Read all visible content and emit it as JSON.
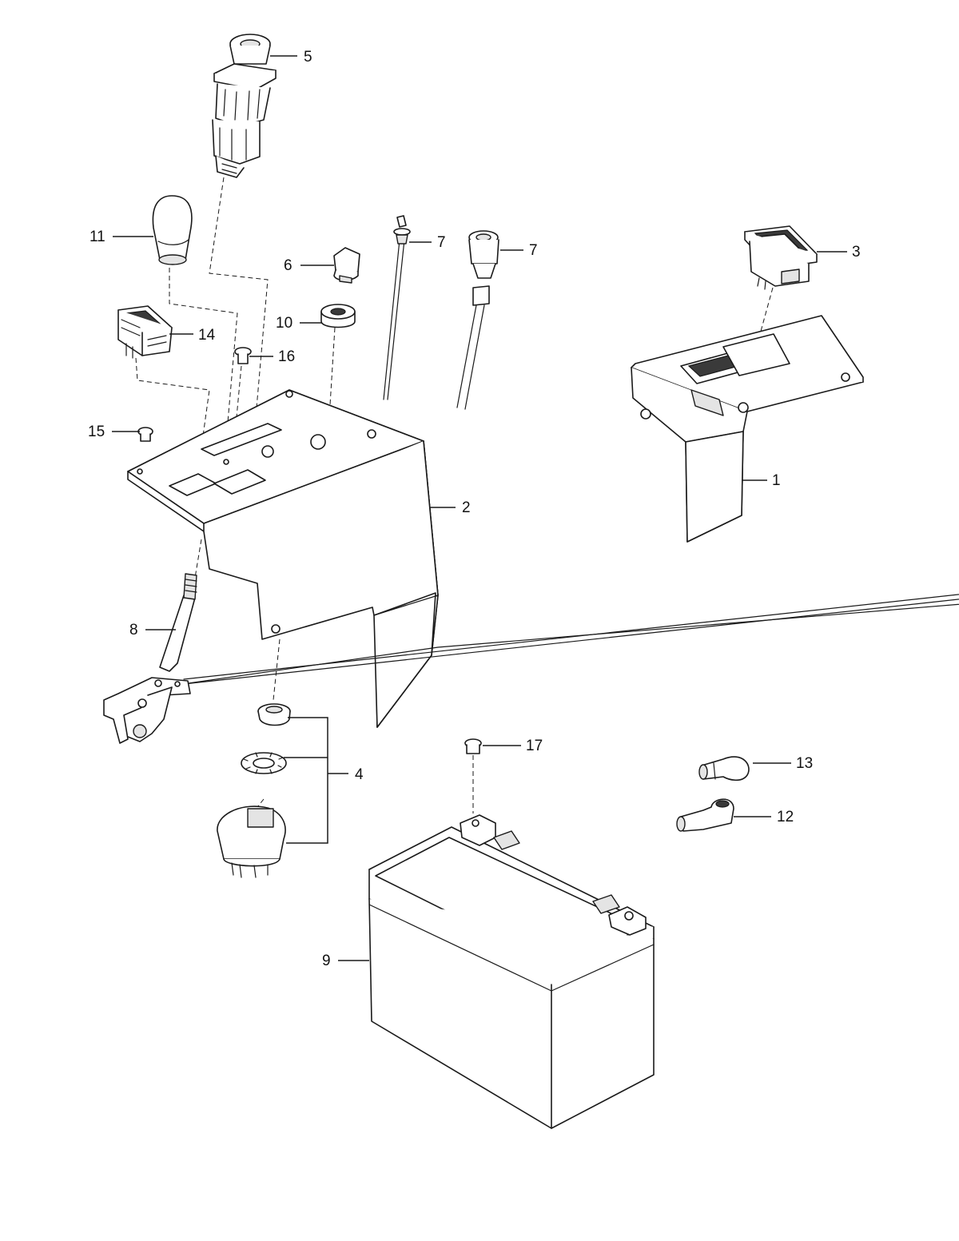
{
  "callouts": {
    "c1": "1",
    "c2": "2",
    "c3": "3",
    "c4": "4",
    "c5": "5",
    "c6": "6",
    "c7a": "7",
    "c7b": "7",
    "c8": "8",
    "c9": "9",
    "c10": "10",
    "c11": "11",
    "c12": "12",
    "c13": "13",
    "c14": "14",
    "c15": "15",
    "c16": "16",
    "c17": "17"
  },
  "colors": {
    "line": "#1a1a1a",
    "fill": "#ffffff",
    "shade": "#e4e4e4"
  }
}
